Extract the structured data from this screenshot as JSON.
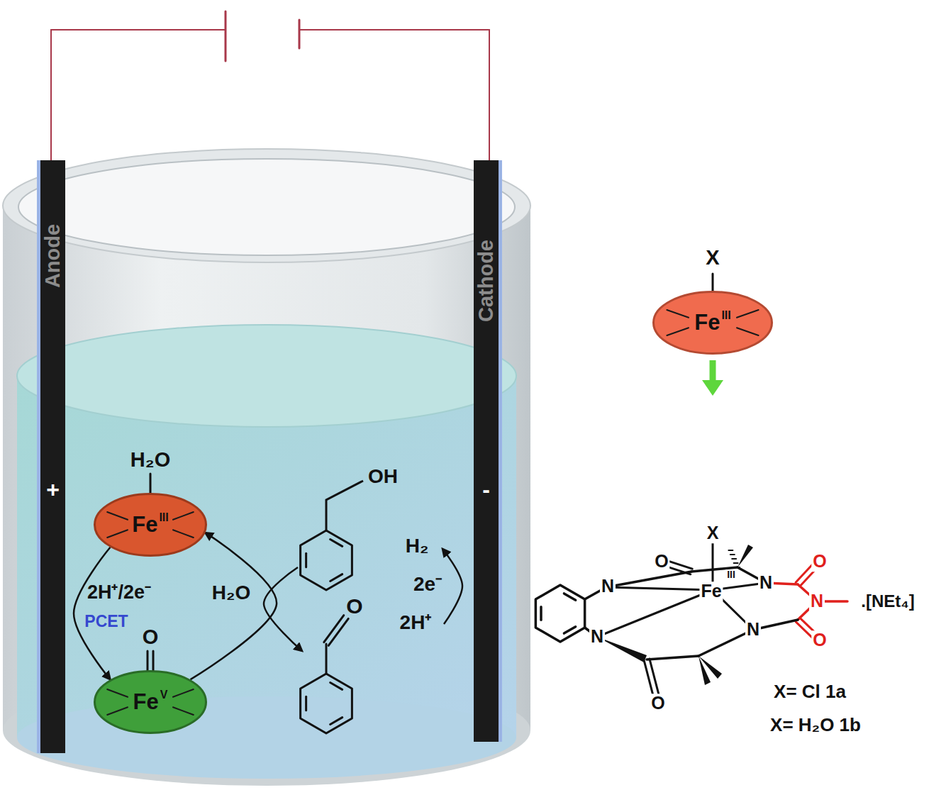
{
  "diagram": {
    "nodes": [
      {
        "text": [
          "Anode",
          "+"
        ]
      },
      {
        "text": [
          "H₂O",
          "Fe",
          "III"
        ]
      },
      {
        "text": [
          "O",
          "Fe",
          "V"
        ]
      },
      {
        "text": [
          "Cathode",
          "-"
        ]
      },
      {
        "text": [
          "X",
          "Fe",
          "III"
        ]
      }
    ],
    "edges": [
      {
        "from": 1,
        "to": 2,
        "arrow": "to",
        "label": "2H⁺/2e⁻"
      },
      {
        "from": 2,
        "to": 1,
        "arrow": "to"
      }
    ],
    "labels": [
      "PCET",
      "H₂O",
      "OH",
      "O",
      "H₂",
      "2e⁻",
      "2H⁺",
      "X",
      "O",
      "N",
      "Fe",
      "III",
      "N",
      "O",
      "N",
      "O",
      ".[NEt₄]",
      "N",
      "N",
      "O",
      "X= Cl 1a",
      "X= H₂O 1b"
    ]
  }
}
